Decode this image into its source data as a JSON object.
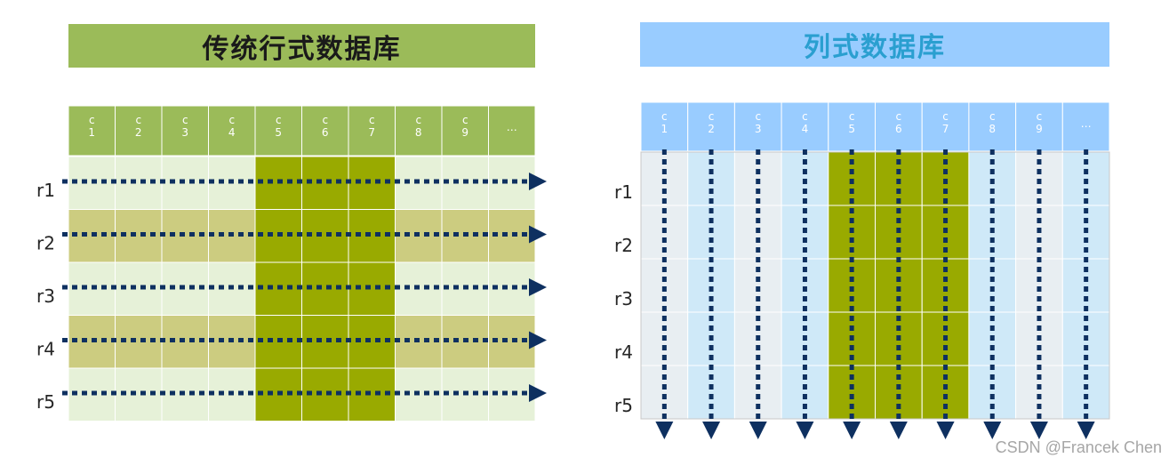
{
  "row_oriented": {
    "title": "传统行式数据库",
    "column_headers": [
      "c\n1",
      "c\n2",
      "c\n3",
      "c\n4",
      "c\n5",
      "c\n6",
      "c\n7",
      "c\n8",
      "c\n9",
      "…"
    ],
    "row_labels": [
      "r1",
      "r2",
      "r3",
      "r4",
      "r5"
    ],
    "highlighted_columns": [
      5,
      6,
      7
    ]
  },
  "column_oriented": {
    "title": "列式数据库",
    "column_headers": [
      "c\n1",
      "c\n2",
      "c\n3",
      "c\n4",
      "c\n5",
      "c\n6",
      "c\n7",
      "c\n8",
      "c\n9",
      "…"
    ],
    "row_labels": [
      "r1",
      "r2",
      "r3",
      "r4",
      "r5"
    ],
    "highlighted_columns": [
      5,
      6,
      7
    ]
  },
  "watermark": "CSDN @Francek Chen",
  "colors": {
    "left_title_bg": "#9bbb59",
    "right_title_bg": "#99ccff",
    "left_header_bg": "#9bbb59",
    "right_header_bg": "#99ccff",
    "row_light": "#e6f1d8",
    "row_dark": "#cccc80",
    "highlight": "#99aa00",
    "col_light": "#e8eef2",
    "col_blue": "#cfe9f8",
    "arrow": "#0e3060"
  }
}
